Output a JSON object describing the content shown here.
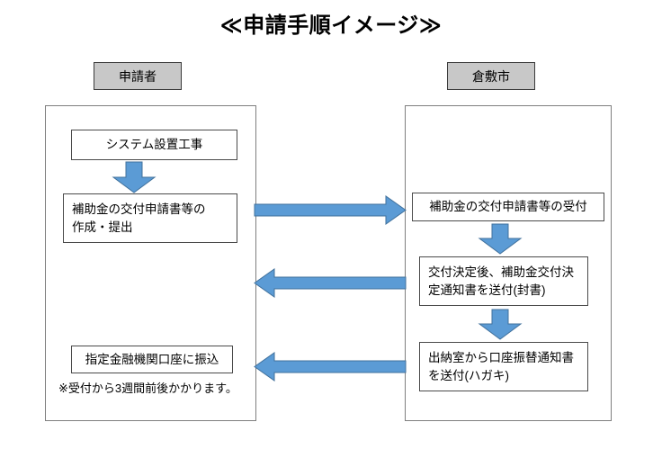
{
  "title": "≪申請手順イメージ≫",
  "accent_color": "#5b9bd5",
  "accent_stroke": "#41719c",
  "header_fill": "#c8c8c8",
  "lane_border": "#7f7f7f",
  "columns": [
    {
      "id": "applicant",
      "label": "申請者"
    },
    {
      "id": "city",
      "label": "倉敷市"
    }
  ],
  "applicant_steps": [
    {
      "id": "system-install",
      "text": "システム設置工事"
    },
    {
      "id": "prepare-application",
      "text": "補助金の交付申請書等の\n作成・提出"
    },
    {
      "id": "bank-transfer",
      "text": "指定金融機関口座に振込"
    }
  ],
  "applicant_note": "※受付から3週間前後かかります。",
  "city_steps": [
    {
      "id": "receive-application",
      "text": "補助金の交付申請書等の受付"
    },
    {
      "id": "decision-notice",
      "text": "交付決定後、補助金交付決\n定通知書を送付(封書)"
    },
    {
      "id": "transfer-notice",
      "text": "出納室から口座振替通知書\nを送付(ハガキ)"
    }
  ],
  "arrows": [
    {
      "id": "applicant-down-1",
      "direction": "down"
    },
    {
      "id": "applicant-to-city-1",
      "direction": "right"
    },
    {
      "id": "city-down-1",
      "direction": "down"
    },
    {
      "id": "city-to-applicant-1",
      "direction": "left"
    },
    {
      "id": "city-down-2",
      "direction": "down"
    },
    {
      "id": "city-to-applicant-2",
      "direction": "left"
    }
  ]
}
